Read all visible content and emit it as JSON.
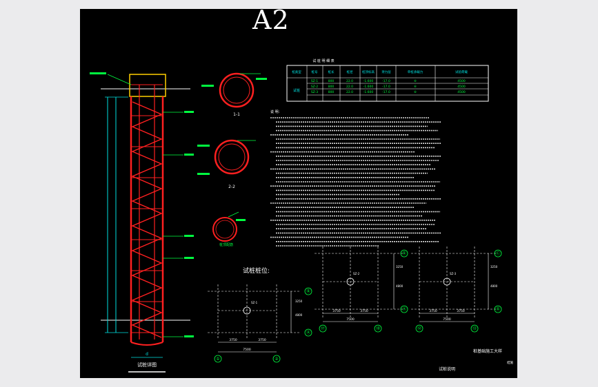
{
  "sheet": {
    "title": "A2"
  },
  "colors": {
    "background": "#000000",
    "pile": "#ff2020",
    "dimension": "#00e0e0",
    "annotation": "#00ff40",
    "text": "#ffffff",
    "accent": "#ffd000",
    "frame": "#ebebed"
  },
  "pile_elevation": {
    "caption": "试桩详图",
    "dim_dia": "d"
  },
  "sections": {
    "s1": "1-1",
    "s2": "2-2",
    "s3": "桩顶配筋"
  },
  "table": {
    "title": "试 桩 明 细 表",
    "headers": [
      "桩类型",
      "桩号",
      "桩长",
      "桩径",
      "桩顶标高",
      "持力层",
      "单桩承载力",
      "试验荷载"
    ],
    "rows": [
      [
        "SZ-1",
        "800",
        "22.0",
        "-1.600",
        "-17.0",
        "⑥",
        "4500",
        "9000"
      ],
      [
        "SZ-2",
        "800",
        "22.0",
        "-1.600",
        "-17.0",
        "⑥",
        "4500",
        "9000"
      ],
      [
        "SZ-3",
        "800",
        "22.0",
        "-1.600",
        "-17.0",
        "⑥",
        "4500",
        "9000"
      ]
    ],
    "group_label": "试桩"
  },
  "notes": {
    "title": "说 明："
  },
  "test_positions": {
    "title": "试桩桩位:",
    "p1": {
      "label": "SZ-1",
      "dims": [
        "3750",
        "3750",
        "7500"
      ],
      "axes": [
        "①",
        "②",
        "Ⓑ",
        "Ⓐ"
      ],
      "vert": [
        "3250",
        "4800"
      ]
    },
    "p2": {
      "label": "SZ-2",
      "dims": [
        "3750",
        "3750",
        "7500"
      ],
      "axes": [
        "⑰",
        "⑱",
        "Ⓑ",
        "Ⓐ"
      ],
      "vert": [
        "3250",
        "4800"
      ]
    },
    "p3": {
      "label": "SZ-3",
      "dims": [
        "3750",
        "3750",
        "7500"
      ],
      "axes": [
        "⑫",
        "⑬",
        "Ⓒ",
        "Ⓑ"
      ],
      "vert": [
        "3250",
        "4800"
      ]
    }
  },
  "title_block": {
    "project": "桩基础施工大样",
    "drawing": "试桩说明",
    "sheet_no": "结施"
  }
}
